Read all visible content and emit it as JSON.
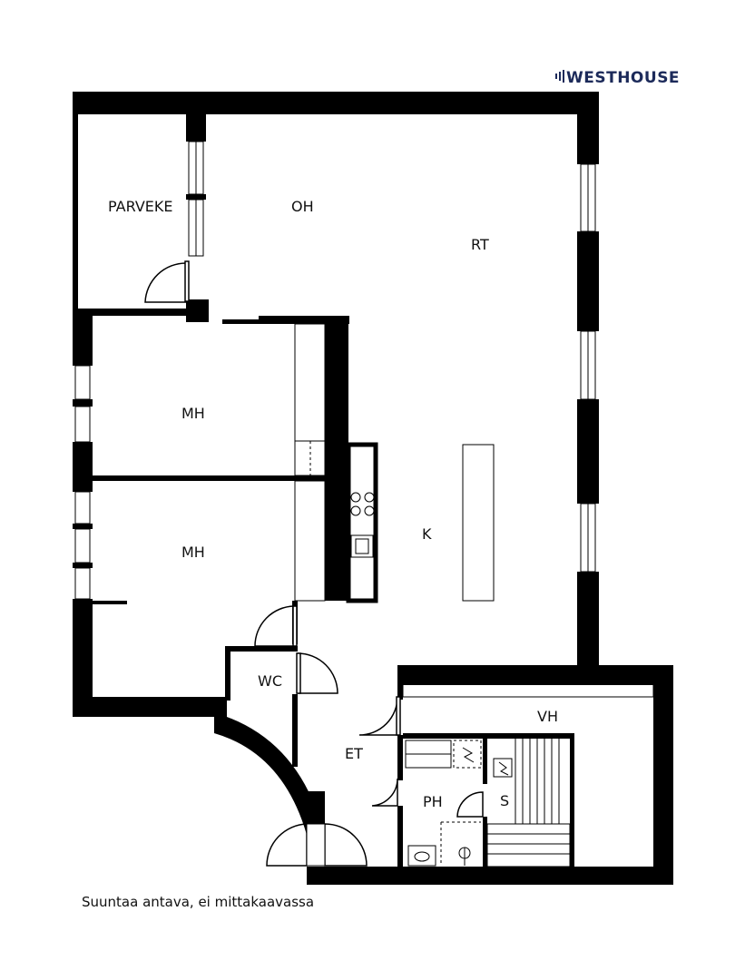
{
  "brand": {
    "name": "WESTHOUSE",
    "color": "#1c2a5a"
  },
  "rooms": {
    "parveke": "PARVEKE",
    "oh": "OH",
    "rt": "RT",
    "mh1": "MH",
    "mh2": "MH",
    "k": "K",
    "wc": "WC",
    "et": "ET",
    "vh": "VH",
    "ph": "PH",
    "s": "S"
  },
  "footer_note": "Suuntaa antava, ei mittakaavassa",
  "colors": {
    "wall": "#000000",
    "background": "#ffffff"
  }
}
